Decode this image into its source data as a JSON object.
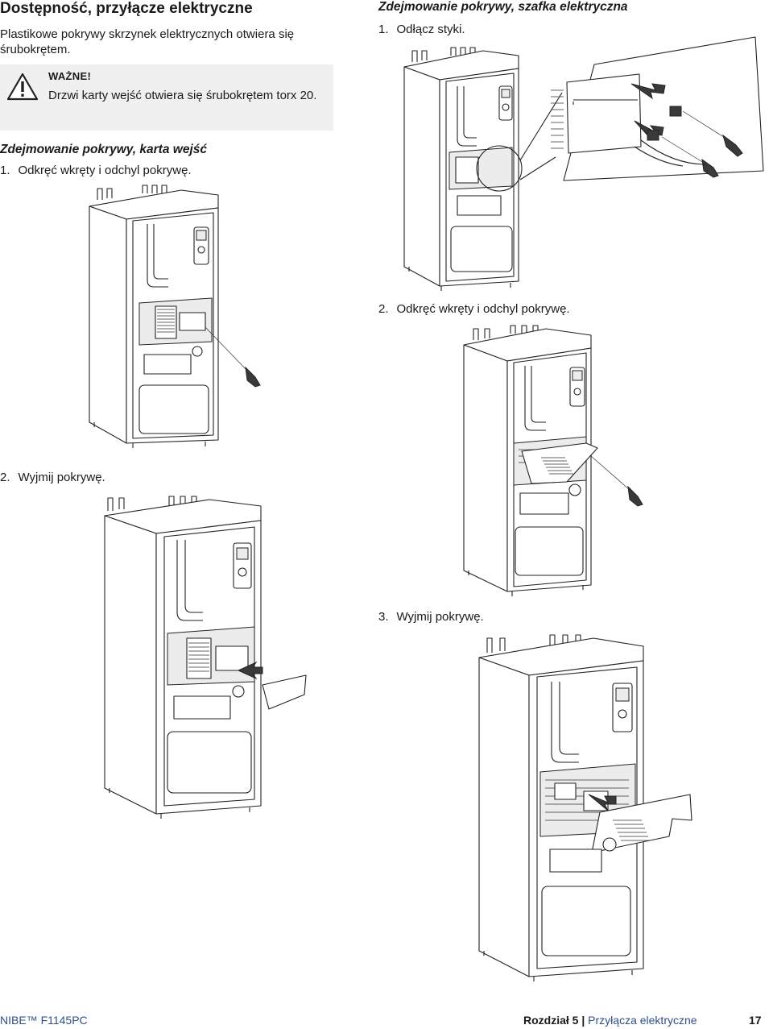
{
  "left": {
    "title": "Dostępność, przyłącze elektryczne",
    "intro": "Plastikowe pokrywy skrzynek elektrycznych otwiera się śrubokrętem.",
    "note": {
      "label": "WAŻNE!",
      "text": "Drzwi karty wejść otwiera się śrubokrętem torx 20."
    },
    "section_title": "Zdejmowanie pokrywy, karta wejść",
    "steps": [
      {
        "num": "1.",
        "text": "Odkręć wkręty i odchyl pokrywę."
      },
      {
        "num": "2.",
        "text": "Wyjmij pokrywę."
      }
    ]
  },
  "right": {
    "section_title": "Zdejmowanie pokrywy, szafka elektryczna",
    "steps": [
      {
        "num": "1.",
        "text": "Odłącz styki."
      },
      {
        "num": "2.",
        "text": "Odkręć wkręty i odchyl pokrywę."
      },
      {
        "num": "3.",
        "text": "Wyjmij pokrywę."
      }
    ]
  },
  "footer": {
    "product": "NIBE™ F1145PC",
    "chapter": "Rozdział 5",
    "separator": "|",
    "chapter_title": "Przyłącza elektryczne",
    "page": "17"
  },
  "icons": {
    "warning": "warning-triangle-icon",
    "screwdriver": "screwdriver-icon",
    "arrow": "arrow-icon"
  }
}
